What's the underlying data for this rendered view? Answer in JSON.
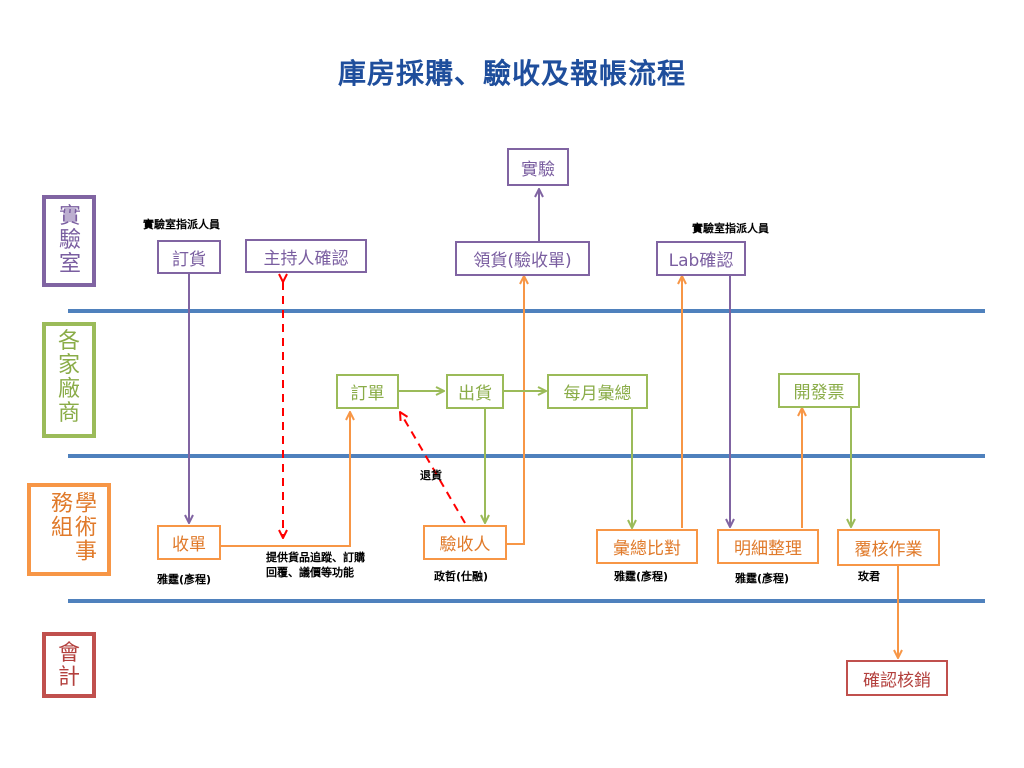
{
  "title": "庫房採購、驗收及報帳流程",
  "lanes": {
    "lab": "實驗室",
    "vendor": "各家廠商",
    "affairs": "學術事務組",
    "accounting": "會計"
  },
  "boxes": {
    "order_goods": "訂貨",
    "host_confirm": "主持人確認",
    "receive_goods": "領貨(驗收單)",
    "experiment": "實驗",
    "lab_confirm": "Lab確認",
    "po": "訂單",
    "ship": "出貨",
    "monthly_summary": "每月彙總",
    "invoice": "開發票",
    "receive_order": "收單",
    "inspector": "驗收人",
    "summary_compare": "彙總比對",
    "detail_organize": "明細整理",
    "review_work": "覆核作業",
    "confirm_writeoff": "確認核銷"
  },
  "notes": {
    "lab_designee_1": "實驗室指派人員",
    "lab_designee_2": "實驗室指派人員",
    "return_goods": "退貨",
    "tracking_line1": "提供貨品追蹤、訂購",
    "tracking_line2": "回覆、議價等功能",
    "person_receive": "雅霆(彥程)",
    "person_inspector": "政哲(仕融)",
    "person_compare": "雅霆(彥程)",
    "person_detail": "雅霆(彥程)",
    "person_review": "玫君"
  },
  "colors": {
    "title": "#1f4e9c",
    "lane_line": "#4f81bd",
    "lab": "#8064a2",
    "vendor": "#9bbb59",
    "affairs": "#f79646",
    "accounting": "#c0504d",
    "dashed": "#ff0000"
  }
}
